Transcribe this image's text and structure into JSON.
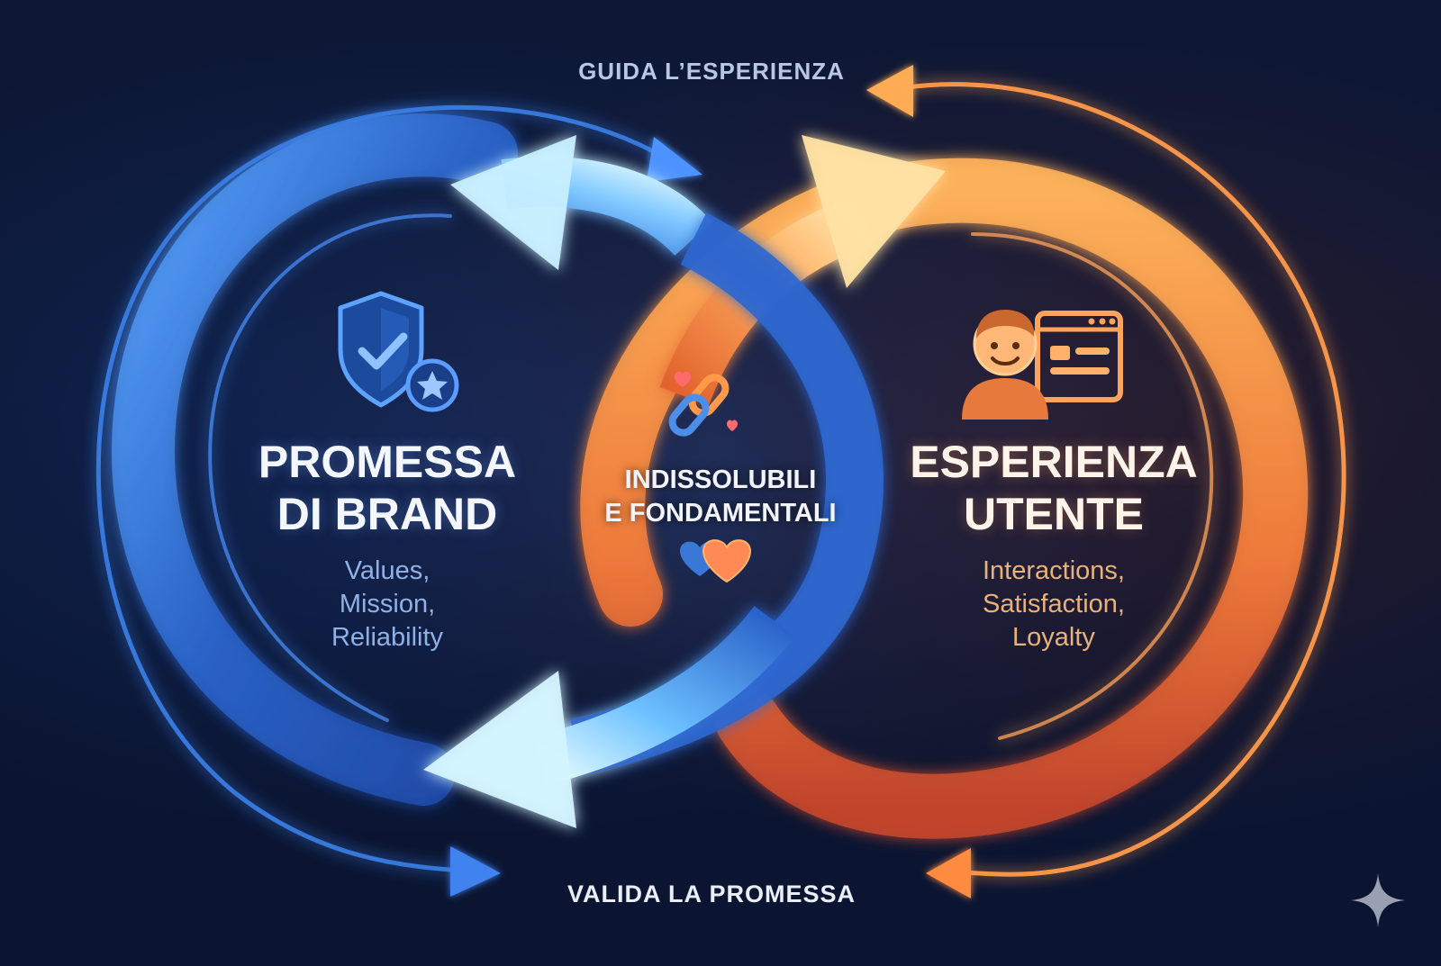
{
  "captions": {
    "top": "GUIDA L’ESPERIENZA",
    "bottom": "VALIDA LA PROMESSA"
  },
  "left_node": {
    "title_line1": "PROMESSA",
    "title_line2": "DI BRAND",
    "sub_line1": "Values,",
    "sub_line2": "Mission,",
    "sub_line3": "Reliability",
    "icon": "shield-check-star-icon"
  },
  "center_node": {
    "title_line1": "INDISSOLUBILI",
    "title_line2": "E FONDAMENTALI",
    "icons": [
      "chain-link-icon",
      "hearts-icon"
    ]
  },
  "right_node": {
    "title_line1": "ESPERIENZA",
    "title_line2": "UTENTE",
    "sub_line1": "Interactions,",
    "sub_line2": "Satisfaction,",
    "sub_line3": "Loyalty",
    "icon": "user-with-browser-window-icon"
  },
  "colors": {
    "background": "#0b1530",
    "blue_accent": "#3d8bff",
    "blue_light": "#9fe3ff",
    "orange_accent": "#ff8a3d",
    "orange_light": "#ffd08a"
  }
}
